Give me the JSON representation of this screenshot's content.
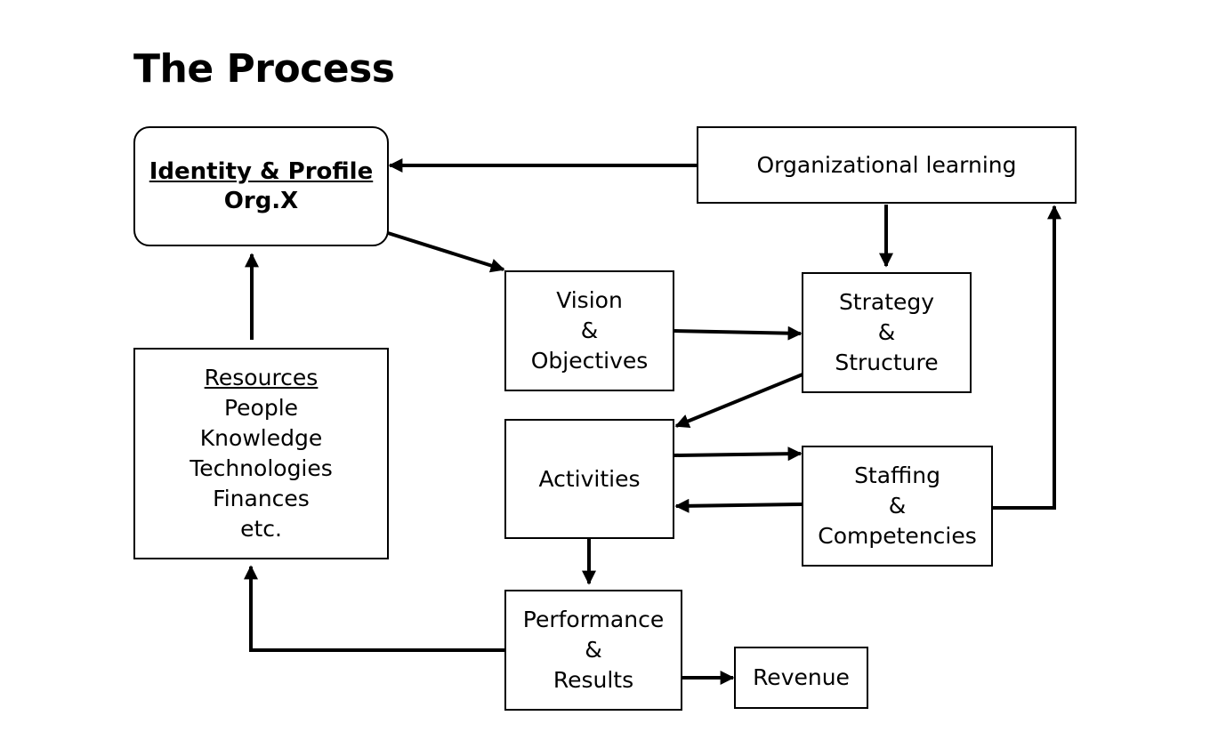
{
  "title": "The Process",
  "nodes": {
    "identity": {
      "heading": "Identity & Profile",
      "sub": "Org.X"
    },
    "org_learning": {
      "label": "Organizational learning"
    },
    "vision": {
      "lines": [
        "Vision",
        "&",
        "Objectives"
      ]
    },
    "strategy": {
      "lines": [
        "Strategy",
        "&",
        "Structure"
      ]
    },
    "resources": {
      "heading": "Resources",
      "lines": [
        "People",
        "Knowledge",
        "Technologies",
        "Finances",
        "etc."
      ]
    },
    "activities": {
      "label": "Activities"
    },
    "staffing": {
      "lines": [
        "Staffing",
        "&",
        "Competencies"
      ]
    },
    "performance": {
      "lines": [
        "Performance",
        "&",
        "Results"
      ]
    },
    "revenue": {
      "label": "Revenue"
    }
  },
  "edges": [
    {
      "from": "Organizational learning",
      "to": "Identity & Profile"
    },
    {
      "from": "Identity & Profile",
      "to": "Vision & Objectives"
    },
    {
      "from": "Organizational learning",
      "to": "Strategy & Structure"
    },
    {
      "from": "Vision & Objectives",
      "to": "Strategy & Structure"
    },
    {
      "from": "Strategy & Structure",
      "to": "Activities"
    },
    {
      "from": "Activities",
      "to": "Staffing & Competencies"
    },
    {
      "from": "Staffing & Competencies",
      "to": "Activities"
    },
    {
      "from": "Staffing & Competencies",
      "to": "Organizational learning"
    },
    {
      "from": "Resources",
      "to": "Identity & Profile"
    },
    {
      "from": "Activities",
      "to": "Performance & Results"
    },
    {
      "from": "Performance & Results",
      "to": "Resources"
    },
    {
      "from": "Performance & Results",
      "to": "Revenue"
    }
  ]
}
